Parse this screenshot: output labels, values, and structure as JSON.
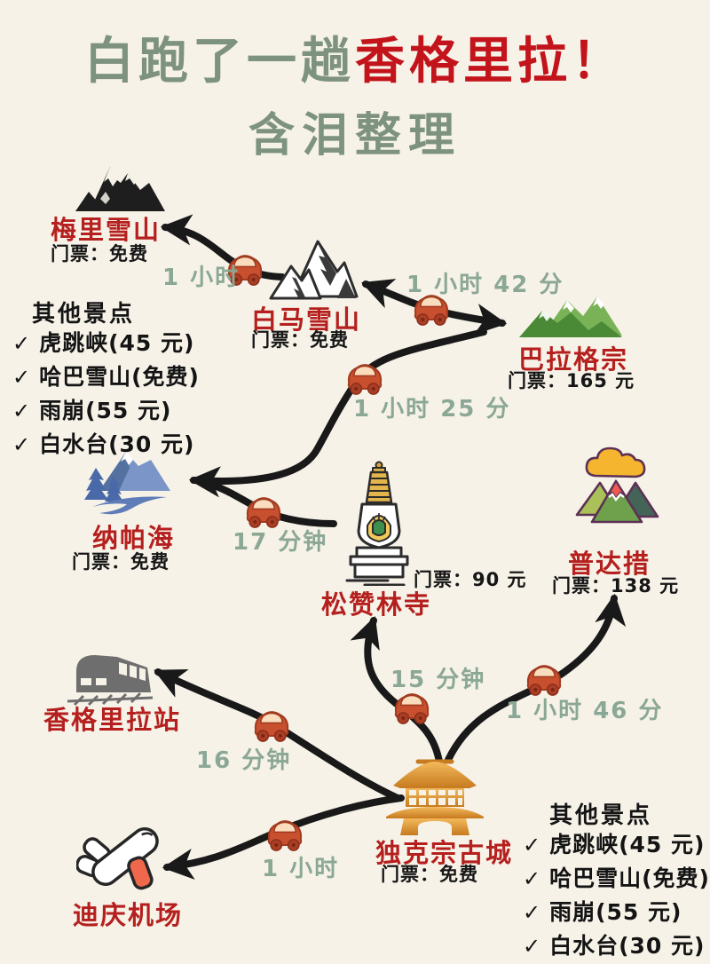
{
  "title": {
    "part1": "白跑了一趟",
    "part2": "香格里拉！",
    "line2": "含泪整理"
  },
  "locations": {
    "meili": {
      "name": "梅里雪山",
      "ticket": "门票：免费"
    },
    "baima": {
      "name": "白马雪山",
      "ticket": "门票：免费"
    },
    "balagezong": {
      "name": "巴拉格宗",
      "ticket": "门票：165 元"
    },
    "napahai": {
      "name": "纳帕海",
      "ticket": "门票：免费"
    },
    "songzanlin": {
      "name": "松赞林寺",
      "ticket": "门票：90 元"
    },
    "pudacuo": {
      "name": "普达措",
      "ticket": "门票：138 元"
    },
    "station": {
      "name": "香格里拉站"
    },
    "dukezong": {
      "name": "独克宗古城",
      "ticket": "门票：免费"
    },
    "airport": {
      "name": "迪庆机场"
    }
  },
  "travel_times": {
    "baima_meili": "1 小时",
    "baima_balagezong": "1 小时 42 分",
    "balagezong_napahai": "1 小时 25 分",
    "songzanlin_napahai": "17 分钟",
    "dukezong_songzanlin": "15 分钟",
    "dukezong_pudacuo": "1 小时 46 分",
    "dukezong_station": "16 分钟",
    "dukezong_airport": "1 小时"
  },
  "other_attractions": {
    "header": "其他景点",
    "check_glyph": "✓",
    "items": [
      "虎跳峡(45 元)",
      "哈巴雪山(免费)",
      "雨崩(55 元)",
      "白水台(30 元)"
    ]
  },
  "colors": {
    "background": "#f6f2e8",
    "title_green": "#7d927f",
    "title_red": "#c3141c",
    "location_red": "#b5201e",
    "time_green": "#8ba795",
    "path_black": "#191919",
    "car_red": "#c8502f"
  }
}
